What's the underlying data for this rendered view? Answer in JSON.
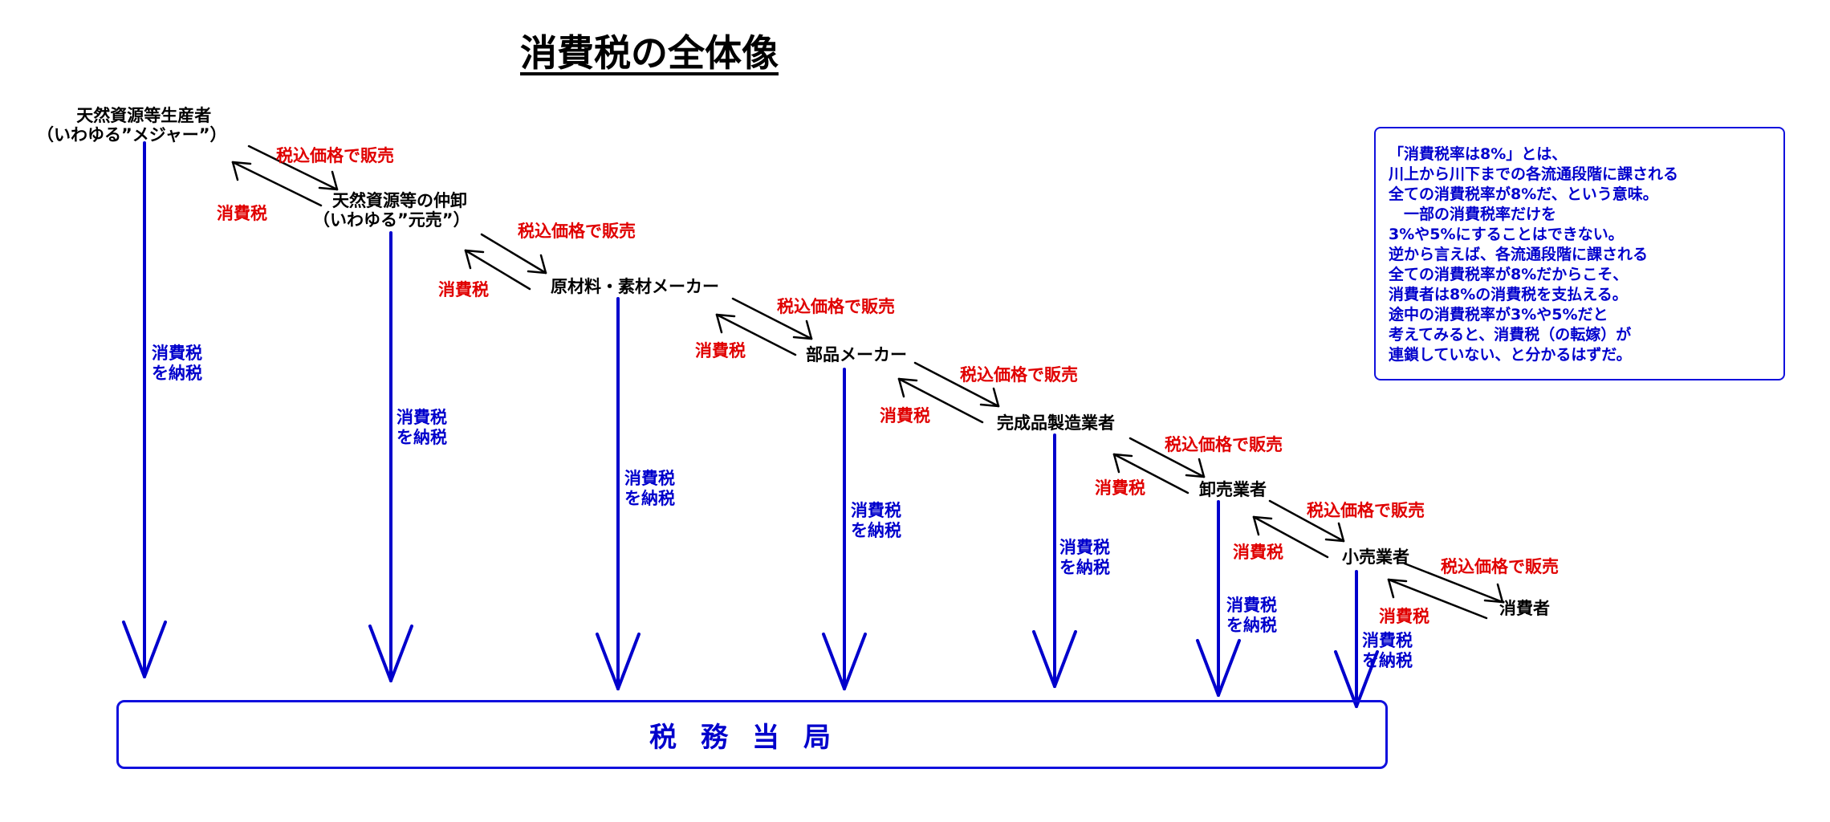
{
  "title": "消費税の全体像",
  "colors": {
    "sale": "#e00000",
    "tax": "#e00000",
    "pay": "#0000cc",
    "flow": "#000000"
  },
  "stages": [
    {
      "name": "天然資源等生産者",
      "sub": "（いわゆる”メジャー”）"
    },
    {
      "name": "天然資源等の仲卸",
      "sub": "（いわゆる”元売”）"
    },
    {
      "name": "原材料・素材メーカー",
      "sub": ""
    },
    {
      "name": "部品メーカー",
      "sub": ""
    },
    {
      "name": "完成品製造業者",
      "sub": ""
    },
    {
      "name": "卸売業者",
      "sub": ""
    },
    {
      "name": "小売業者",
      "sub": ""
    },
    {
      "name": "消費者",
      "sub": ""
    }
  ],
  "sale_label": "税込価格で販売",
  "tax_label": "消費税",
  "pay_label": {
    "line1": "消費税",
    "line2": "を納税"
  },
  "authority": "税務当局",
  "note_lines": [
    "「消費税率は8%」とは、",
    "川上から川下までの各流通段階に課される",
    "全ての消費税率が8%だ、という意味。",
    "　一部の消費税率だけを",
    "3%や5%にすることはできない。",
    "逆から言えば、各流通段階に課される",
    "全ての消費税率が8%だからこそ、",
    "消費者は8%の消費税を支払える。",
    "途中の消費税率が3%や5%だと",
    "考えてみると、消費税（の転嫁）が",
    "連鎖していない、と分かるはずだ。"
  ]
}
